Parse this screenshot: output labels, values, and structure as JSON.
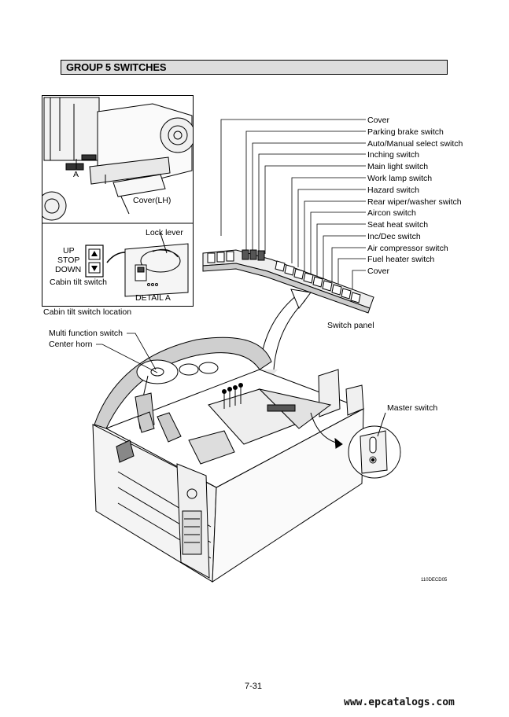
{
  "heading": {
    "title": "GROUP 5  SWITCHES"
  },
  "inset": {
    "cover_lh": "Cover(LH)",
    "lock_lever": "Lock lever",
    "up": "UP",
    "stop": "STOP",
    "down": "DOWN",
    "cabin_tilt_switch": "Cabin tilt switch",
    "detail_a": "DETAIL A",
    "callout_a": "A",
    "caption": "Cabin tilt switch location"
  },
  "switch_panel": {
    "callouts": [
      "Cover",
      "Parking brake switch",
      "Auto/Manual select switch",
      "Inching switch",
      "Main light switch",
      "Work lamp switch",
      "Hazard switch",
      "Rear wiper/washer switch",
      "Aircon switch",
      "Seat heat switch",
      "Inc/Dec switch",
      "Air compressor switch",
      "Fuel heater switch",
      "Cover"
    ],
    "label": "Switch panel"
  },
  "cabin": {
    "multi_function_switch": "Multi function switch",
    "center_horn": "Center horn",
    "master_switch": "Master switch",
    "drawing_code": "110DECD05"
  },
  "footer": {
    "page_number": "7-31",
    "website": "www.epcatalogs.com"
  }
}
